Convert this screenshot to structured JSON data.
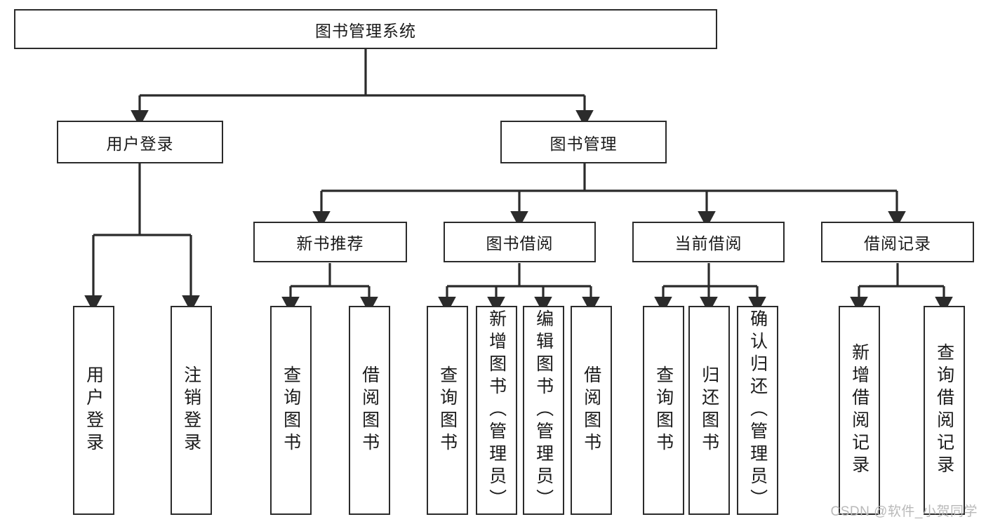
{
  "diagram": {
    "title": "图书管理系统",
    "type": "hierarchy-tree",
    "orientation": "top-down",
    "colors": {
      "box_border": "#2b2b2b",
      "box_fill": "#ffffff",
      "edge": "#2b2b2b",
      "text": "#1a1a1a",
      "watermark": "#b9b9b9"
    },
    "root": {
      "label": "图书管理系统"
    },
    "level2": [
      {
        "id": "user-login",
        "label": "用户登录"
      },
      {
        "id": "book-manage",
        "label": "图书管理"
      }
    ],
    "level3": [
      {
        "id": "new-book-recommend",
        "label": "新书推荐"
      },
      {
        "id": "book-borrow",
        "label": "图书借阅"
      },
      {
        "id": "current-borrow",
        "label": "当前借阅"
      },
      {
        "id": "borrow-record",
        "label": "借阅记录"
      }
    ],
    "leaves": {
      "user_login": [
        {
          "id": "leaf-user-login",
          "label": "用户登录"
        },
        {
          "id": "leaf-logout-login",
          "label": "注销登录"
        }
      ],
      "new_book_recommend": [
        {
          "id": "leaf-query-book-1",
          "label": "查询图书"
        },
        {
          "id": "leaf-borrow-book-1",
          "label": "借阅图书"
        }
      ],
      "book_borrow": [
        {
          "id": "leaf-query-book-2",
          "label": "查询图书"
        },
        {
          "id": "leaf-add-book",
          "label": "新增图书（管理员）"
        },
        {
          "id": "leaf-edit-book",
          "label": "编辑图书（管理员）"
        },
        {
          "id": "leaf-borrow-book-2",
          "label": "借阅图书"
        }
      ],
      "current_borrow": [
        {
          "id": "leaf-query-book-3",
          "label": "查询图书"
        },
        {
          "id": "leaf-return-book",
          "label": "归还图书"
        },
        {
          "id": "leaf-confirm-return",
          "label": "确认归还（管理员）"
        }
      ],
      "borrow_record": [
        {
          "id": "leaf-add-record",
          "label": "新增借阅记录"
        },
        {
          "id": "leaf-query-record",
          "label": "查询借阅记录"
        }
      ]
    },
    "watermark": "CSDN @软件_小贺同学"
  }
}
